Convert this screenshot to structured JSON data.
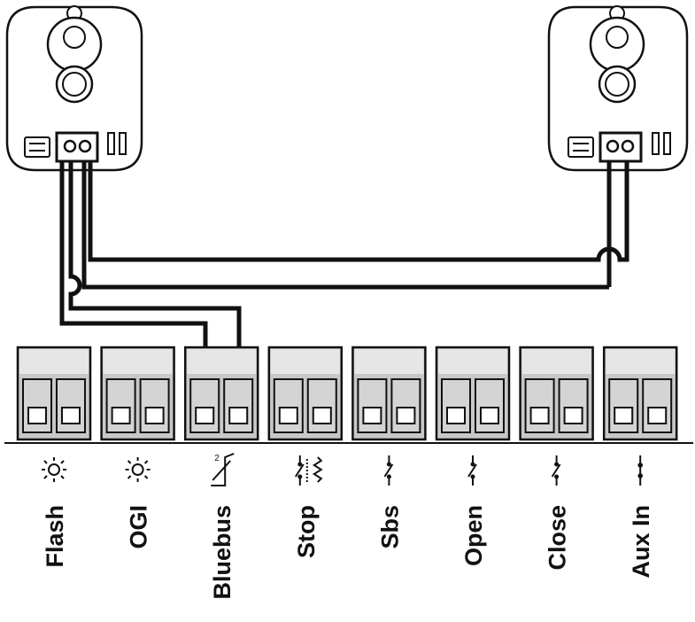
{
  "diagram": {
    "photocells": [
      {
        "name": "photocell-left"
      },
      {
        "name": "photocell-right"
      }
    ],
    "terminals": [
      {
        "label": "Flash",
        "symbol": "lamp"
      },
      {
        "label": "OGI",
        "symbol": "lamp"
      },
      {
        "label": "Bluebus",
        "symbol": "bus",
        "superscript": "2"
      },
      {
        "label": "Stop",
        "symbol": "switch-resistor"
      },
      {
        "label": "Sbs",
        "symbol": "switch"
      },
      {
        "label": "Open",
        "symbol": "switch"
      },
      {
        "label": "Close",
        "symbol": "switch"
      },
      {
        "label": "Aux In",
        "symbol": "closed-switch"
      }
    ],
    "colors": {
      "line": "#111111",
      "block_fill": "#c8c8c8",
      "block_top": "#e6e6e6",
      "background": "#ffffff"
    }
  }
}
